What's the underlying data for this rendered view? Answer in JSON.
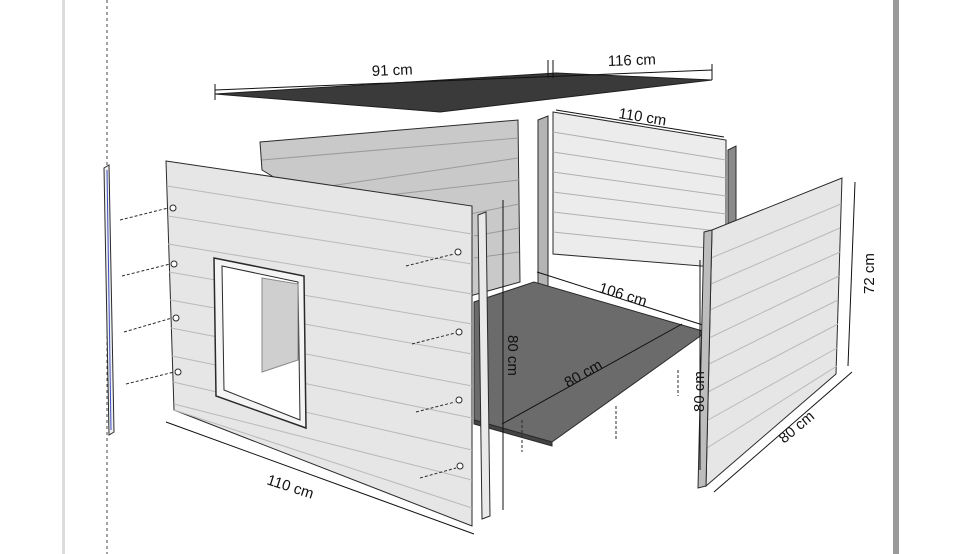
{
  "colors": {
    "plank_fill": "#e6e6e6",
    "plank_line": "#b9b9b9",
    "outline": "#2a2a2a",
    "roof": "#3a3a3a",
    "floor": "#6b6b6b",
    "back_wall": "#c9c9c9",
    "left_border": "#dcdcdc",
    "right_border": "#9a9a9a"
  },
  "dimensions": {
    "roof_left": "91 cm",
    "roof_right": "116 cm",
    "back_panel_width": "110 cm",
    "floor_depth": "106 cm",
    "front_width": "110 cm",
    "post_height": "80 cm",
    "floor_width": "80 cm",
    "right_panel_height_inner": "80 cm",
    "right_panel_height_outer": "72 cm",
    "right_panel_depth": "80 cm"
  }
}
